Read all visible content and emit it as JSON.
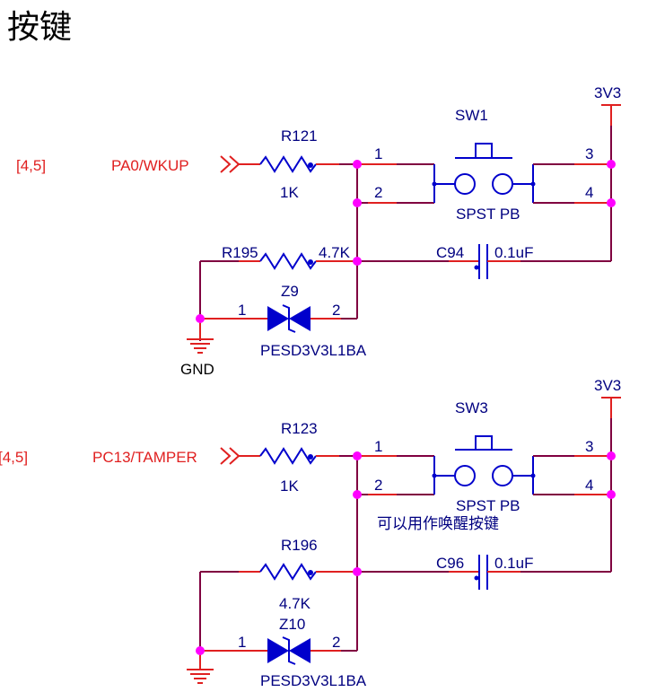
{
  "title": "按键",
  "circuit1": {
    "sheet_ref": "[4,5]",
    "net_label": "PA0/WKUP",
    "resistor": {
      "ref": "R121",
      "value": "1K"
    },
    "switch": {
      "ref": "SW1",
      "type": "SPST PB",
      "pins": [
        "1",
        "2",
        "3",
        "4"
      ]
    },
    "power": "3V3",
    "pulldown": {
      "ref": "R195",
      "value": "4.7K"
    },
    "capacitor": {
      "ref": "C94",
      "value": "0.1uF"
    },
    "diode": {
      "ref": "Z9",
      "part": "PESD3V3L1BA",
      "pins": [
        "1",
        "2"
      ]
    },
    "ground": "GND"
  },
  "circuit2": {
    "sheet_ref": "[4,5]",
    "net_label": "PC13/TAMPER",
    "resistor": {
      "ref": "R123",
      "value": "1K"
    },
    "switch": {
      "ref": "SW3",
      "type": "SPST PB",
      "pins": [
        "1",
        "2",
        "3",
        "4"
      ]
    },
    "power": "3V3",
    "note": "可以用作唤醒按键",
    "pulldown": {
      "ref": "R196",
      "value": "4.7K"
    },
    "capacitor": {
      "ref": "C96",
      "value": "0.1uF"
    },
    "diode": {
      "ref": "Z10",
      "part": "PESD3V3L1BA",
      "pins": [
        "1",
        "2"
      ]
    }
  }
}
